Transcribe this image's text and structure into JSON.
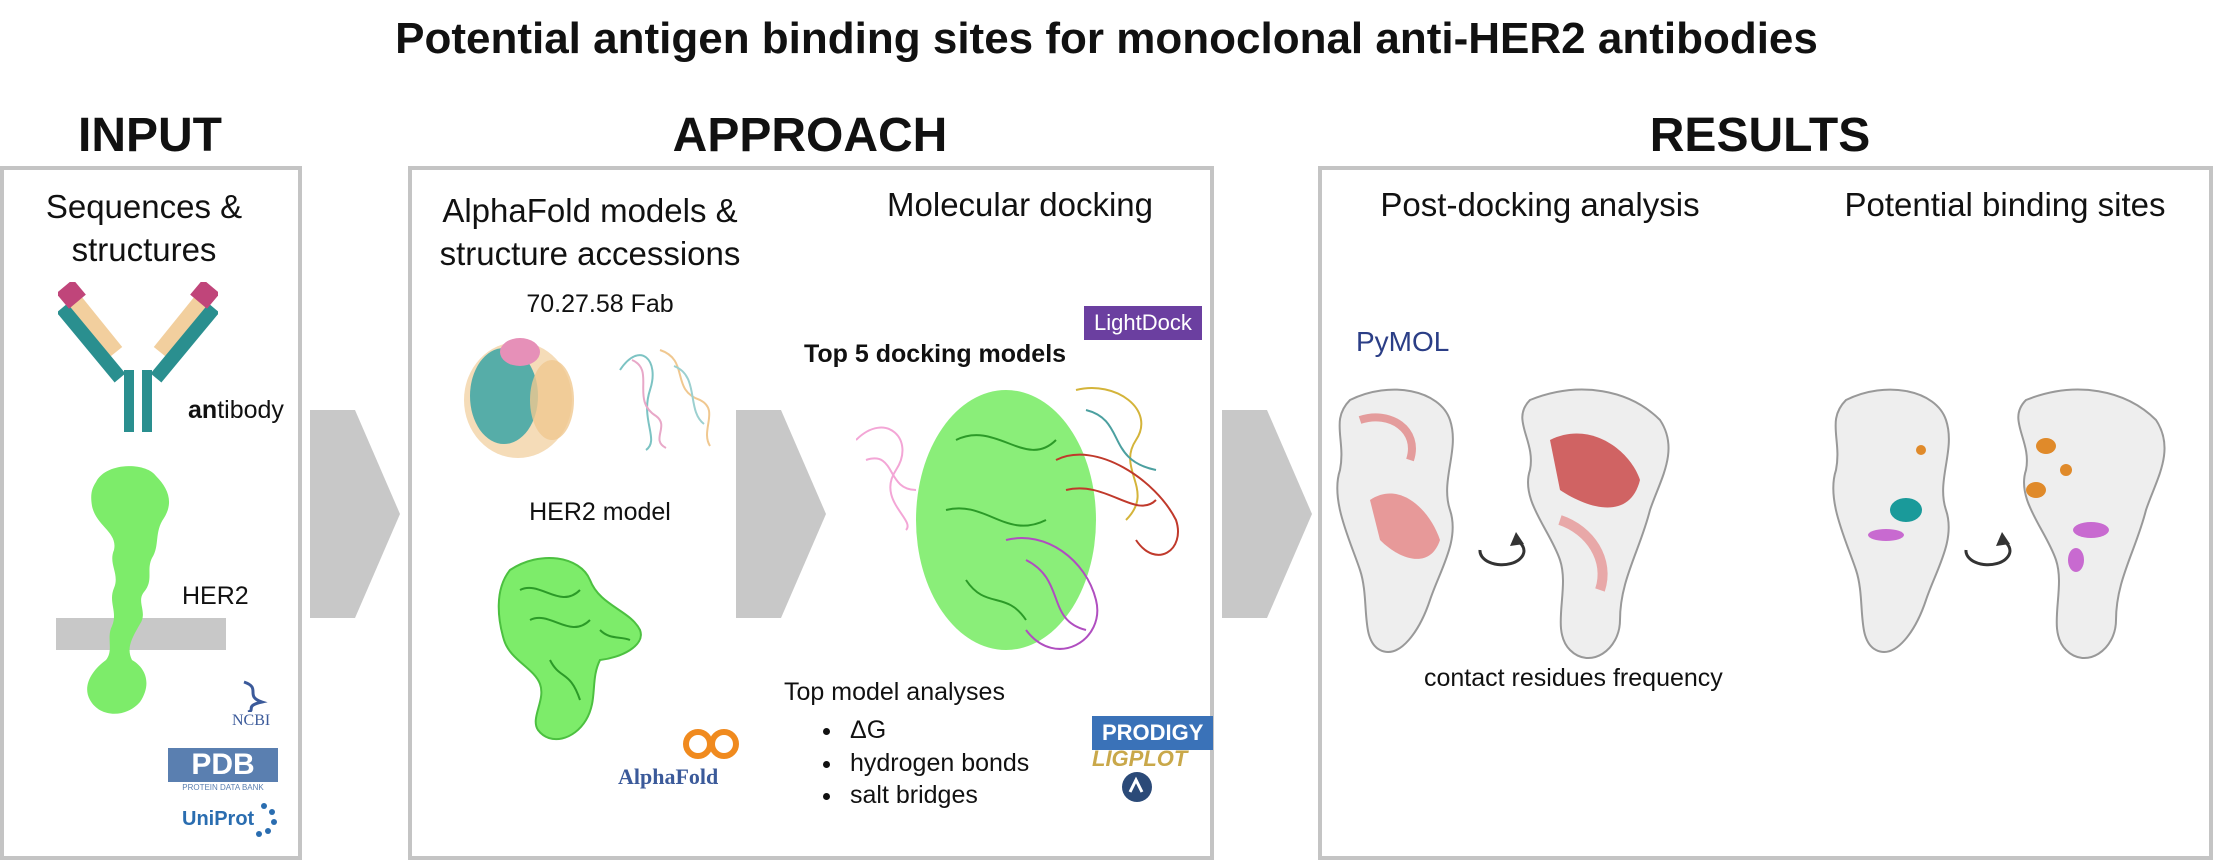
{
  "title": "Potential antigen binding sites for monoclonal anti-HER2 antibodies",
  "sections": {
    "input": "INPUT",
    "approach": "APPROACH",
    "results": "RESULTS"
  },
  "input_panel": {
    "heading": "Sequences &\nstructures",
    "antibody_label_bold": "an",
    "antibody_label_rest": "tibody",
    "her2_label": "HER2",
    "logos": {
      "ncbi": "NCBI",
      "pdb": "PDB",
      "pdb_sub": "PROTEIN DATA BANK",
      "uniprot": "UniProt"
    }
  },
  "approach_panel": {
    "left_heading": "AlphaFold models &\nstructure accessions",
    "fab_label": "70.27.58 Fab",
    "her2_model_label": "HER2 model",
    "alphafold_logo": "AlphaFold",
    "right_heading": "Molecular docking",
    "lightdock_badge": "LightDock",
    "top5_label": "Top 5 docking models",
    "analyses_heading": "Top model analyses",
    "analyses": [
      "ΔG",
      "hydrogen bonds",
      "salt bridges"
    ],
    "prodigy_badge": "PRODIGY",
    "ligplot_badge": "LIGPLOT"
  },
  "results_panel": {
    "left_heading": "Post-docking analysis",
    "pymol_logo": "PyMOL",
    "contact_label": "contact residues frequency",
    "right_heading": "Potential binding sites"
  },
  "colors": {
    "panel_border": "#c4c4c4",
    "arrow": "#c8c8c8",
    "antibody_teal": "#2a8f8f",
    "antibody_tan": "#f2cf9e",
    "antibody_pink": "#c0457a",
    "her2_green": "#7dec6a",
    "membrane": "#c8c8c8",
    "lightdock": "#6b3fa0",
    "prodigy": "#3a72b8",
    "alphafold_orange": "#f08a1e",
    "pymol_blue": "#2b3e86",
    "pymol_red": "#c0392b"
  }
}
